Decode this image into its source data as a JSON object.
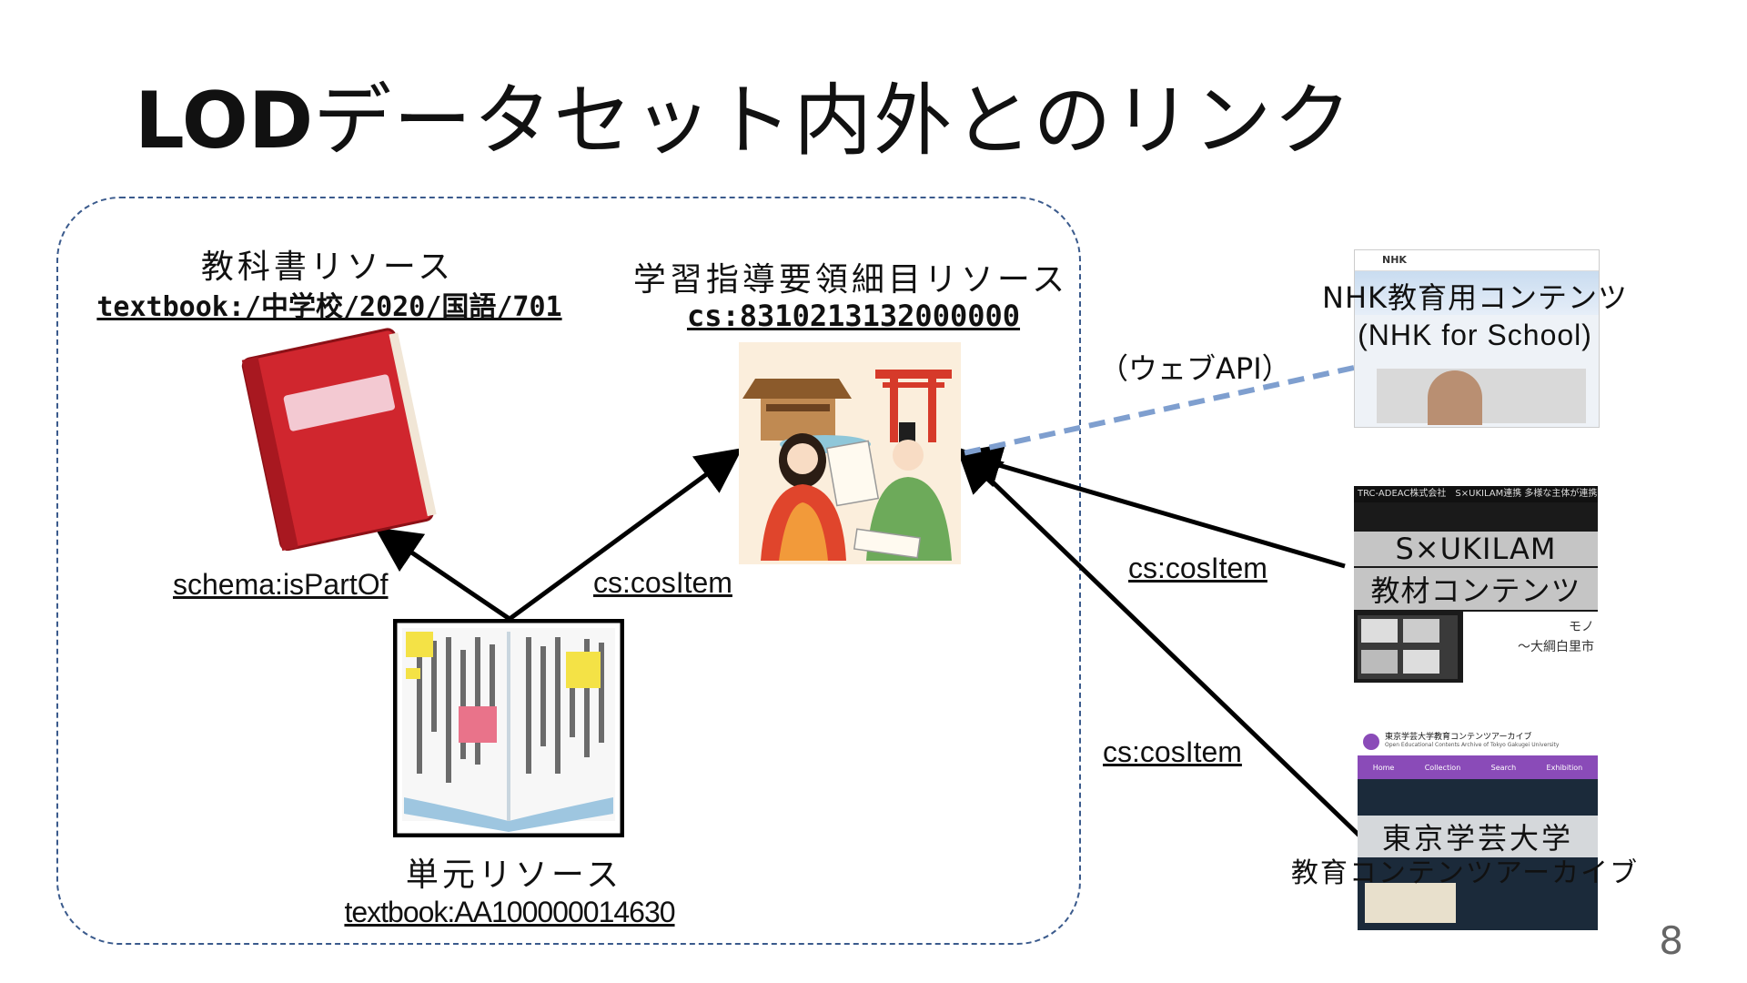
{
  "slide": {
    "title_bold": "LOD",
    "title_rest": "データセット内外とのリンク",
    "page_number": "8"
  },
  "nodes": {
    "textbook": {
      "label": "教科書リソース",
      "uri": "textbook:/中学校/2020/国語/701"
    },
    "curriculum": {
      "label": "学習指導要領細目リソース",
      "uri": "cs:8310213132000000"
    },
    "unit": {
      "label": "単元リソース",
      "uri": "textbook:AA100000014630"
    }
  },
  "edges": {
    "is_part_of": "schema:isPartOf",
    "cos_item_internal": "cs:cosItem",
    "cos_item_sukilam": "cs:cosItem",
    "cos_item_gakugei": "cs:cosItem",
    "web_api": "（ウェブAPI）"
  },
  "external": {
    "nhk": {
      "line1": "NHK教育用コンテンツ",
      "line2": "(NHK for School)",
      "header": "NHK"
    },
    "sukilam": {
      "line1": "S×UKILAM",
      "line2": "教材コンテンツ",
      "header": "TRC-ADEAC株式会社　S×UKILAM連携 多様な主体が連携した",
      "sub1": "モノ",
      "sub2": "～大綱白里市"
    },
    "gakugei": {
      "line1": "東京学芸大学",
      "line2": "教育コンテンツアーカイブ",
      "header": "東京学芸大学教育コンテンツアーカイブ",
      "subheader": "Open Educational Contents Archive of Tokyo Gakugei University",
      "nav": [
        "Home",
        "Collection",
        "Search",
        "Exhibition"
      ]
    }
  },
  "colors": {
    "textbook_red": "#d0262e",
    "api_line": "#7f9fcf",
    "box_border": "#3a5a8c",
    "gakugei_purple": "#8a4bb8"
  }
}
